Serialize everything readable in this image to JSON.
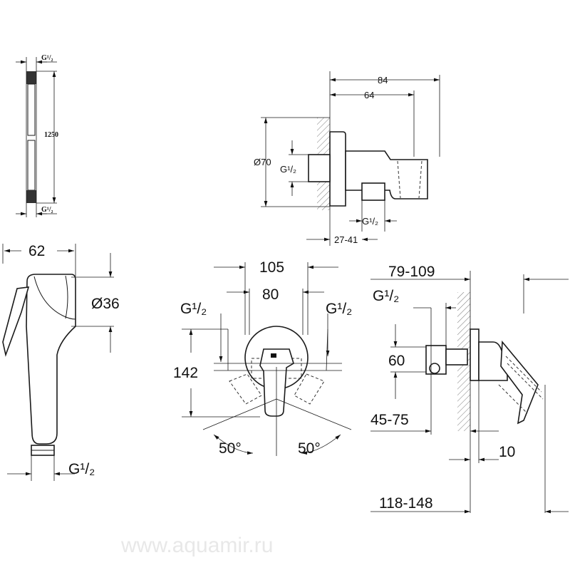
{
  "watermark": "www.aquamir.ru",
  "hose": {
    "thread_top": "G¹/₂",
    "length": "1250",
    "thread_bottom": "G¹/₂"
  },
  "wall_outlet": {
    "width_total": "84",
    "width_body": "64",
    "diameter": "Ø70",
    "thread_inlet": "G¹/₂",
    "thread_outlet": "G¹/₂",
    "adjust_range": "27-41"
  },
  "hand_shower": {
    "length": "62",
    "diameter": "Ø36",
    "thread": "G¹/₂"
  },
  "mixer_front": {
    "rosette_width": "105",
    "inner_width": "80",
    "thread_left": "G¹/₂",
    "thread_right": "G¹/₂",
    "height": "142",
    "angle_left": "50°",
    "angle_right": "50°"
  },
  "mixer_side": {
    "depth_range": "79-109",
    "thread": "G¹/₂",
    "height": "60",
    "install_depth": "45-75",
    "rosette_thickness": "10",
    "total_depth": "118-148"
  }
}
